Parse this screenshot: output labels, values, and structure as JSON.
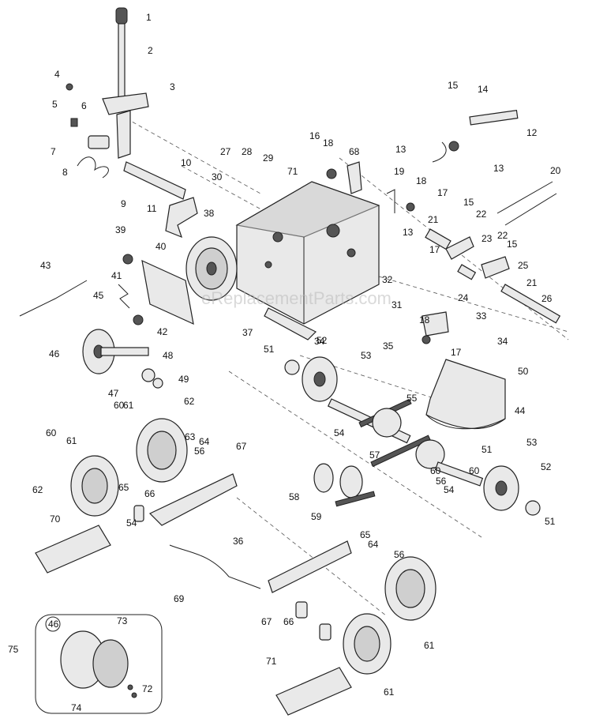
{
  "watermark": "eReplacementParts.com",
  "inset": {
    "callout": "46",
    "labels": [
      "73",
      "74",
      "72"
    ]
  },
  "callouts": [
    "1",
    "2",
    "3",
    "4",
    "5",
    "6",
    "7",
    "8",
    "9",
    "10",
    "11",
    "12",
    "13",
    "13",
    "13",
    "14",
    "15",
    "15",
    "15",
    "16",
    "17",
    "17",
    "17",
    "18",
    "18",
    "18",
    "19",
    "20",
    "21",
    "21",
    "22",
    "22",
    "23",
    "24",
    "25",
    "26",
    "27",
    "28",
    "29",
    "30",
    "31",
    "32",
    "33",
    "34",
    "34",
    "35",
    "36",
    "37",
    "38",
    "39",
    "40",
    "41",
    "42",
    "43",
    "44",
    "45",
    "46",
    "47",
    "48",
    "49",
    "50",
    "51",
    "51",
    "51",
    "52",
    "52",
    "53",
    "53",
    "54",
    "54",
    "54",
    "55",
    "56",
    "56",
    "56",
    "57",
    "58",
    "59",
    "60",
    "60",
    "60",
    "60",
    "61",
    "61",
    "61",
    "61",
    "62",
    "62",
    "63",
    "64",
    "64",
    "65",
    "65",
    "66",
    "66",
    "67",
    "67",
    "68",
    "69",
    "70",
    "71",
    "71",
    "75"
  ]
}
